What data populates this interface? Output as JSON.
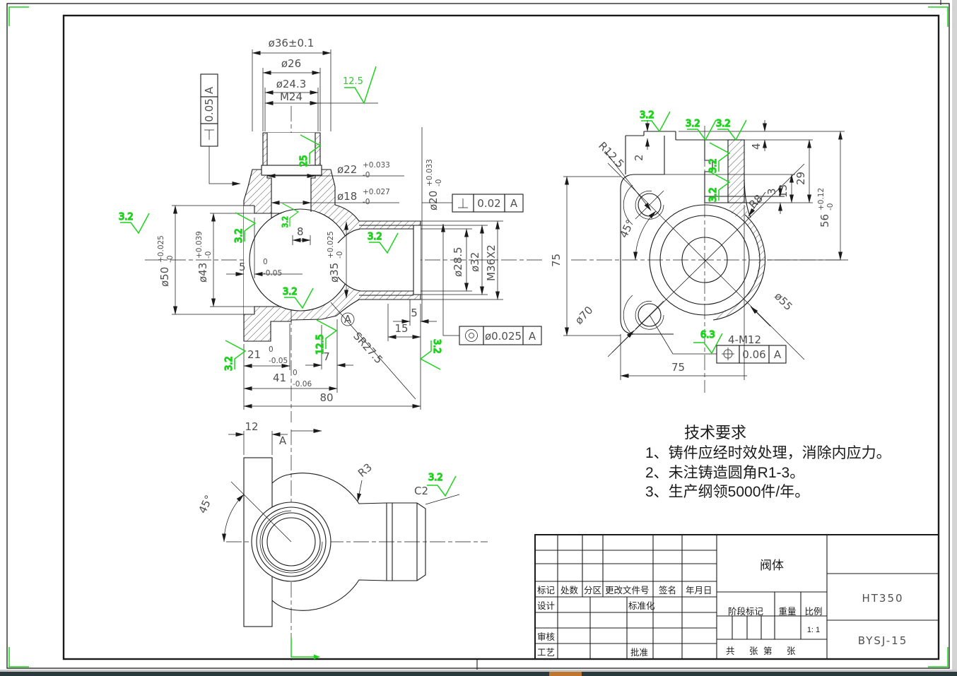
{
  "colors": {
    "line": "#1a1a1a",
    "dim_text": "#4f4f4f",
    "green": "#1ed21e",
    "taskbar_bg": "#2b3a3d",
    "taskbar_accent": "#c0762f",
    "frame_strip": "#d4d4d4"
  },
  "roughness": {
    "r32": "3.2",
    "r125": "12.5",
    "r25": "25",
    "r63": "6.3"
  },
  "datum": {
    "label": "A"
  },
  "main_view": {
    "dims": {
      "d36": "ø36±0.1",
      "d26": "ø26",
      "d243": "ø24.3",
      "m24": "M24",
      "d22": {
        "b": "ø22",
        "s": "+0.033",
        "i": "-0"
      },
      "d18": {
        "b": "ø18",
        "s": "+0.027",
        "i": "-0"
      },
      "d20": {
        "b": "ø20",
        "s": "+0.033",
        "i": "-0"
      },
      "d50": {
        "b": "ø50",
        "s": "+0.025",
        "i": "-0"
      },
      "d43": {
        "b": "ø43",
        "s": "+0.039",
        "i": "-0"
      },
      "d35": {
        "b": "ø35",
        "s": "+0.025",
        "i": "-0"
      },
      "n8": "8",
      "n5": {
        "b": "5",
        "s": "0",
        "i": "-0.05"
      },
      "n21": {
        "b": "21",
        "s": "0",
        "i": "-0.05"
      },
      "n41": {
        "b": "41",
        "s": "0",
        "i": "-0.06"
      },
      "n80": "80",
      "n7": "7",
      "n5e": "5",
      "n15": "15",
      "d285": "ø28.5",
      "d32": "ø32",
      "m36": "M36X2",
      "sr": "SR27.5"
    }
  },
  "right_view": {
    "dims": {
      "r125": "R12.5",
      "n2": "2",
      "n4": "4",
      "n29": "29",
      "n3": "3",
      "n13": "13",
      "n56": {
        "b": "56",
        "s": "+0.12",
        "i": "-0"
      },
      "n75v": "75",
      "n75h": "75",
      "a45": "45°",
      "r8": "R8",
      "d70": "ø70",
      "d55": "ø55",
      "m12": "4-M12"
    }
  },
  "bottom_view": {
    "dims": {
      "n12": "12",
      "a45": "45°",
      "r3": "R3",
      "c2": "C2",
      "section": "A"
    }
  },
  "tolerance_frames": {
    "f_perp_top": {
      "symbol": "perpendicularity-icon",
      "value": "0.05",
      "datum": "A"
    },
    "f_perp_port": {
      "symbol": "perpendicularity-icon",
      "value": "0.02",
      "datum": "A"
    },
    "f_conc": {
      "symbol": "concentricity-icon",
      "value": "ø0.025",
      "datum": "A"
    },
    "f_pos": {
      "symbol": "true-position-icon",
      "value": "0.06",
      "datum": "A"
    }
  },
  "tech_requirements": {
    "title": "技术要求",
    "items": [
      "1、铸件应经时效处理，消除内应力。",
      "2、未注铸造圆角R1-3。",
      "3、生产纲领5000件/年。"
    ]
  },
  "title_block": {
    "part_name": "阀体",
    "material": "HT350",
    "drawing_no": "BYSJ-15",
    "scale_value": "1: 1",
    "labels": {
      "mark": "标记",
      "count": "处数",
      "zone": "分区",
      "change_doc": "更改文件号",
      "sign": "签名",
      "date": "年月日",
      "design": "设计",
      "standardize": "标准化",
      "check": "审核",
      "process": "工艺",
      "approve": "批准",
      "stage": "阶段标记",
      "weight": "重量",
      "scale": "比例"
    },
    "sheet": [
      "共",
      "张",
      "第",
      "张"
    ]
  }
}
